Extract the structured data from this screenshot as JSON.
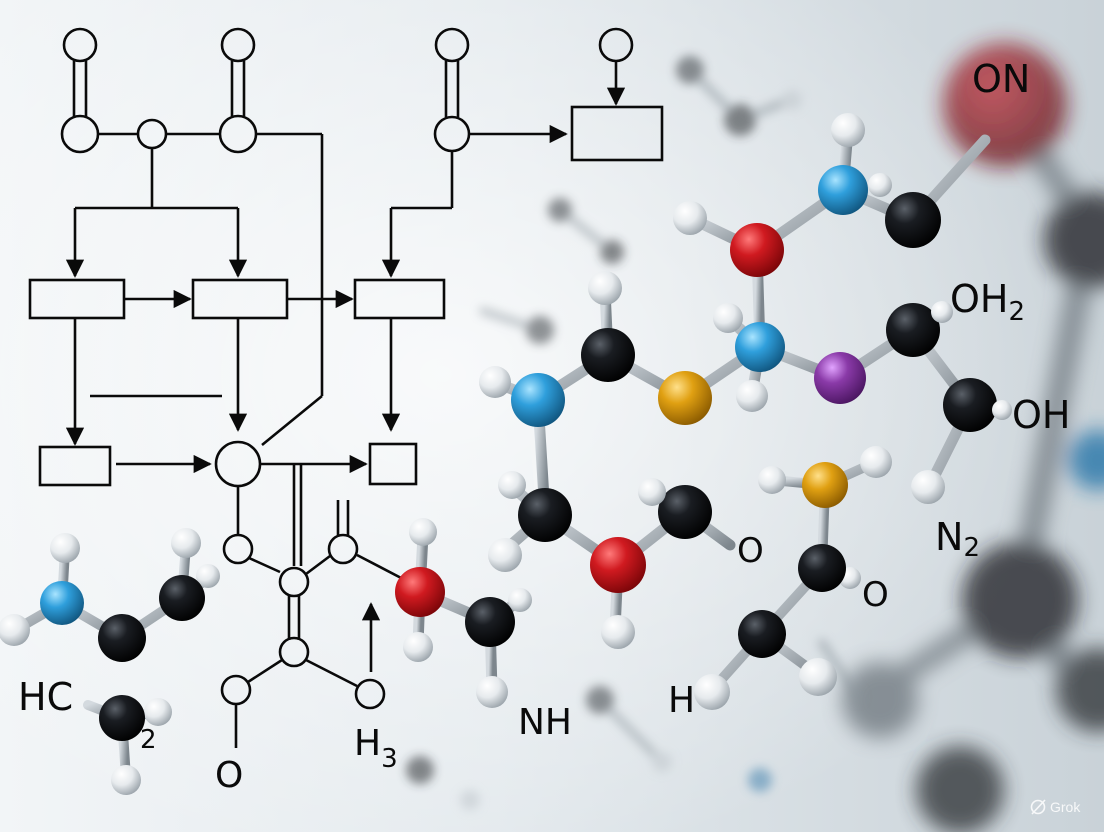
{
  "labels": {
    "on": "ON",
    "oh2_main": "OH",
    "oh2_sub": "2",
    "oh": "OH",
    "n2_main": "N",
    "n2_sub": "2",
    "o_ring": "O",
    "o_chain": "O",
    "hc2_main": "HC",
    "hc2_sub": "2",
    "h3_main": "H",
    "h3_sub": "3",
    "nh": "NH",
    "h": "H",
    "o_bottom": "O"
  },
  "watermark": {
    "text": "Grok",
    "icon": "grok-logo-icon"
  },
  "colors": {
    "background": "#e4eaee",
    "carbon": "#111418",
    "oxygen": "#c0161b",
    "nitrogen": "#2f9fdc",
    "sulfur": "#e0a012",
    "hydrogen": "#e8ecef",
    "phosphorus": "#8a3aa8",
    "diagram_stroke": "#0a0a0a"
  }
}
